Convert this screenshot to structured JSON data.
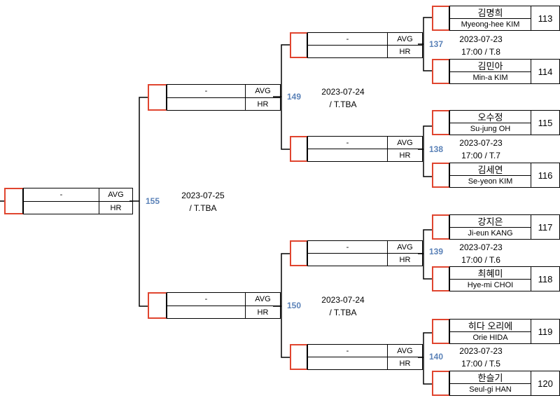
{
  "players": [
    {
      "id": "113",
      "korean": "김명희",
      "english": "Myeong-hee KIM"
    },
    {
      "id": "114",
      "korean": "김민아",
      "english": "Min-a KIM"
    },
    {
      "id": "115",
      "korean": "오수정",
      "english": "Su-jung OH"
    },
    {
      "id": "116",
      "korean": "김세연",
      "english": "Se-yeon KIM"
    },
    {
      "id": "117",
      "korean": "강지은",
      "english": "Ji-eun KANG"
    },
    {
      "id": "118",
      "korean": "최혜미",
      "english": "Hye-mi CHOI"
    },
    {
      "id": "119",
      "korean": "히다 오리에",
      "english": "Orie HIDA"
    },
    {
      "id": "120",
      "korean": "한슬기",
      "english": "Seul-gi HAN"
    }
  ],
  "placeholder_name": "-",
  "avg_label": "AVG",
  "hr_label": "HR",
  "matches": {
    "m137": {
      "number": "137",
      "line1": "2023-07-23",
      "line2": "17:00 / T.8"
    },
    "m138": {
      "number": "138",
      "line1": "2023-07-23",
      "line2": "17:00 / T.7"
    },
    "m139": {
      "number": "139",
      "line1": "2023-07-23",
      "line2": "17:00 / T.6"
    },
    "m140": {
      "number": "140",
      "line1": "2023-07-23",
      "line2": "17:00 / T.5"
    },
    "m149": {
      "number": "149",
      "line1": "2023-07-24",
      "line2": "/ T.TBA"
    },
    "m150": {
      "number": "150",
      "line1": "2023-07-24",
      "line2": "/ T.TBA"
    },
    "m155": {
      "number": "155",
      "line1": "2023-07-25",
      "line2": "/ T.TBA"
    }
  },
  "colors": {
    "accent_red": "#e0452f",
    "match_number_blue": "#5b82b8"
  }
}
